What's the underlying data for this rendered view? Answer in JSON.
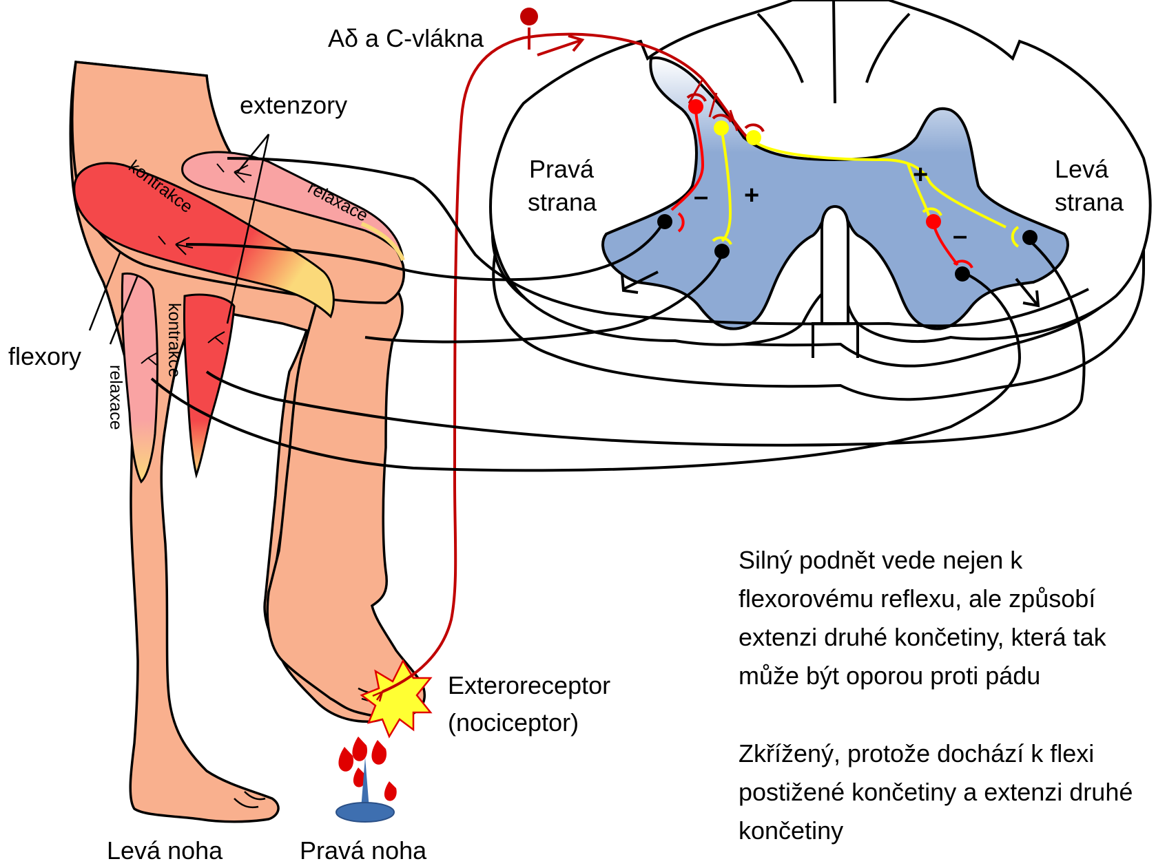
{
  "labels": {
    "fibers": "Aδ a C-vlákna",
    "extensors": "extenzory",
    "flexors": "flexory",
    "right_side": [
      "Pravá",
      "strana"
    ],
    "left_side": [
      "Levá",
      "strana"
    ],
    "contraction": "kontrakce",
    "relaxation": "relaxace",
    "receptor": [
      "Exteroreceptor",
      "(nociceptor)"
    ],
    "left_leg": "Levá noha",
    "right_leg": "Pravá noha",
    "plus": "+",
    "minus": "–"
  },
  "description": {
    "paragraph1": [
      "Silný podnět vede nejen k",
      "flexorovému reflexu, ale způsobí",
      "extenzi druhé končetiny, která tak",
      "může být oporou proti pádu"
    ],
    "paragraph2": [
      "Zkřížený, protože dochází k flexi",
      "postižené končetiny a extenzi druhé",
      "končetiny"
    ]
  },
  "colors": {
    "skin": "#f9b08e",
    "flexor_contracted": "#f4484a",
    "extensor_relaxed": "#f9a3a3",
    "tendon": "#fbd97a",
    "grey_matter": "#8eaad4",
    "afferent": "#c00000",
    "inhibitory": "#ff0000",
    "excitatory": "#ffff00",
    "motor": "#000000",
    "pin": "#3e6fb0",
    "blood": "#e00000",
    "flash": "#ffff33"
  }
}
